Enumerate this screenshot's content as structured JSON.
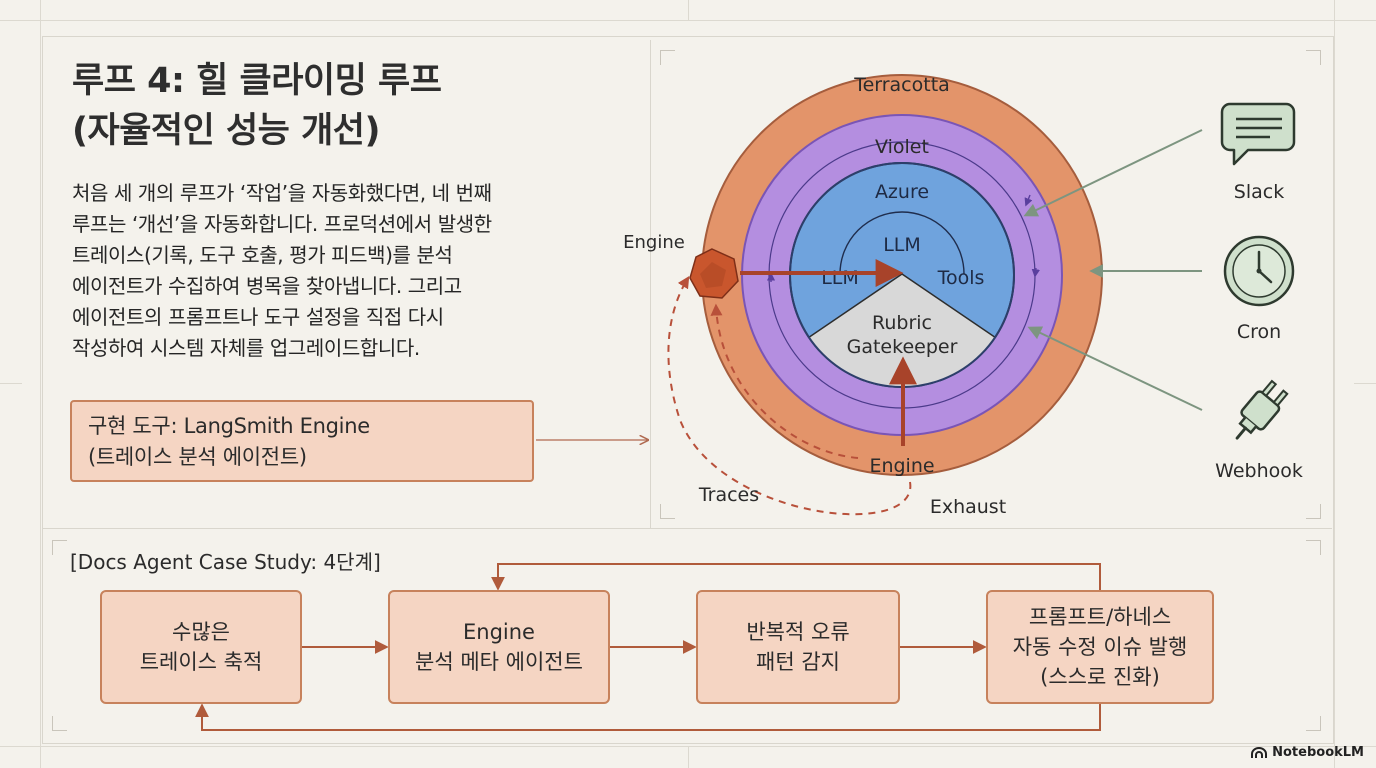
{
  "title": {
    "line1": "루프 4: 힐 클라이밍 루프",
    "line2": "(자율적인 성능 개선)"
  },
  "description": [
    "처음 세 개의 루프가 ‘작업’을 자동화했다면, 네 번째",
    "루프는 ‘개선’을 자동화합니다. 프로덕션에서 발생한",
    "트레이스(기록, 도구 호출, 평가 피드백)를 분석",
    "에이전트가 수집하여 병목을 찾아냅니다. 그리고",
    "에이전트의 프롬프트나 도구 설정을 직접 다시",
    "작성하여 시스템 자체를 업그레이드합니다."
  ],
  "tool": {
    "line1": "구현 도구: LangSmith Engine",
    "line2": "(트레이스 분석 에이전트)"
  },
  "diagram": {
    "ring_outer": "Terracotta",
    "ring_middle": "Violet",
    "ring_inner": "Azure",
    "core_top": "LLM",
    "core_left": "LLM",
    "core_right": "Tools",
    "gatekeeper_line1": "Rubric",
    "gatekeeper_line2": "Gatekeeper",
    "engine_left": "Engine",
    "engine_bottom": "Engine",
    "traces": "Traces",
    "exhaust": "Exhaust",
    "triggers": [
      {
        "label": "Slack",
        "icon": "chat-bubble-icon"
      },
      {
        "label": "Cron",
        "icon": "clock-icon"
      },
      {
        "label": "Webhook",
        "icon": "plug-icon"
      }
    ],
    "colors": {
      "terracotta": "#e3946a",
      "violet": "#b48ee0",
      "azure": "#6fa3dd",
      "gatekeeper": "#d8d8d8",
      "engine_hex": "#c9562d",
      "arrow_red": "#a8432a",
      "trigger_arrow": "#7d9580",
      "trigger_icon_fill": "#cfe0cc"
    }
  },
  "case_study": {
    "title": "[Docs Agent Case Study: 4단계]",
    "steps": [
      {
        "lines": [
          "수많은",
          "트레이스 축적"
        ]
      },
      {
        "lines": [
          "Engine",
          "분석 메타 에이전트"
        ]
      },
      {
        "lines": [
          "반복적 오류",
          "패턴 감지"
        ]
      },
      {
        "lines": [
          "프롬프트/하네스",
          "자동 수정 이슈 발행",
          "(스스로 진화)"
        ]
      }
    ],
    "colors": {
      "box_fill": "#f5d5c3",
      "box_border": "#c7825c",
      "arrow": "#b05b3b"
    }
  },
  "brand": "NotebookLM"
}
